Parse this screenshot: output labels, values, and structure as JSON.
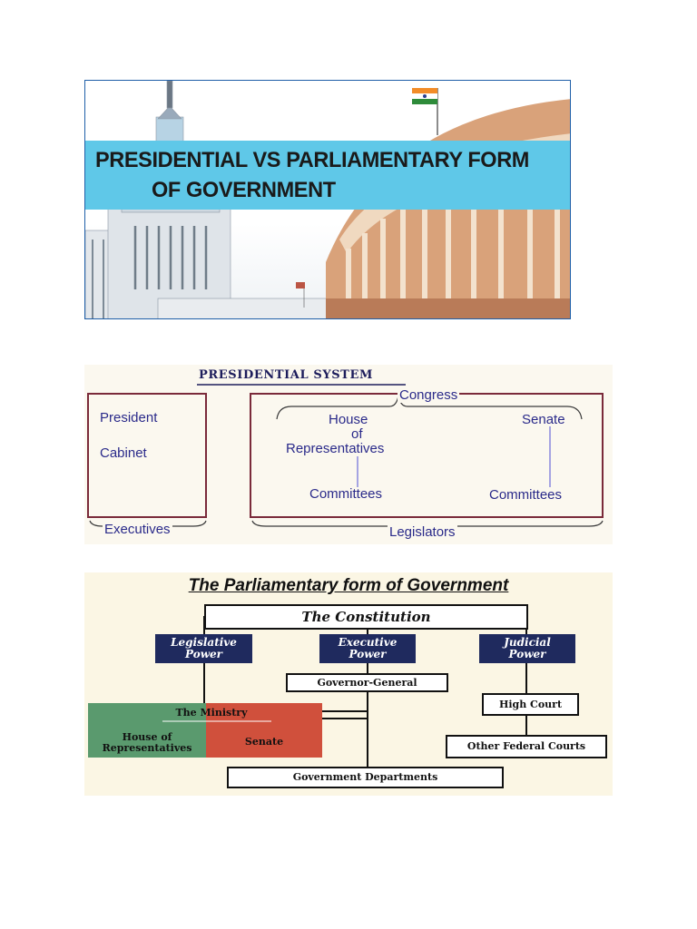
{
  "banner": {
    "title_line1": "PRESIDENTIAL VS PARLIAMENTARY FORM",
    "title_line2": "OF GOVERNMENT"
  },
  "presidential": {
    "title": "PRESIDENTIAL SYSTEM",
    "executive": {
      "president": "President",
      "cabinet": "Cabinet",
      "label": "Executives"
    },
    "legislature": {
      "congress": "Congress",
      "house_l1": "House",
      "house_l2": "of",
      "house_l3": "Representatives",
      "senate": "Senate",
      "committees_left": "Committees",
      "committees_right": "Committees",
      "label": "Legislators"
    }
  },
  "parliamentary": {
    "heading": "The Parliamentary form of Government",
    "constitution": "The Constitution",
    "legislative_l1": "Legislative",
    "legislative_l2": "Power",
    "executive_l1": "Executive",
    "executive_l2": "Power",
    "judicial_l1": "Judicial",
    "judicial_l2": "Power",
    "governor_general": "Governor-General",
    "ministry": "The Ministry",
    "house_l1": "House of",
    "house_l2": "Representatives",
    "senate": "Senate",
    "high_court": "High Court",
    "other_courts": "Other Federal Courts",
    "departments": "Government Departments",
    "colors": {
      "navy": "#1f2a5e",
      "green": "#5a9a6e",
      "red": "#d0503c"
    }
  }
}
